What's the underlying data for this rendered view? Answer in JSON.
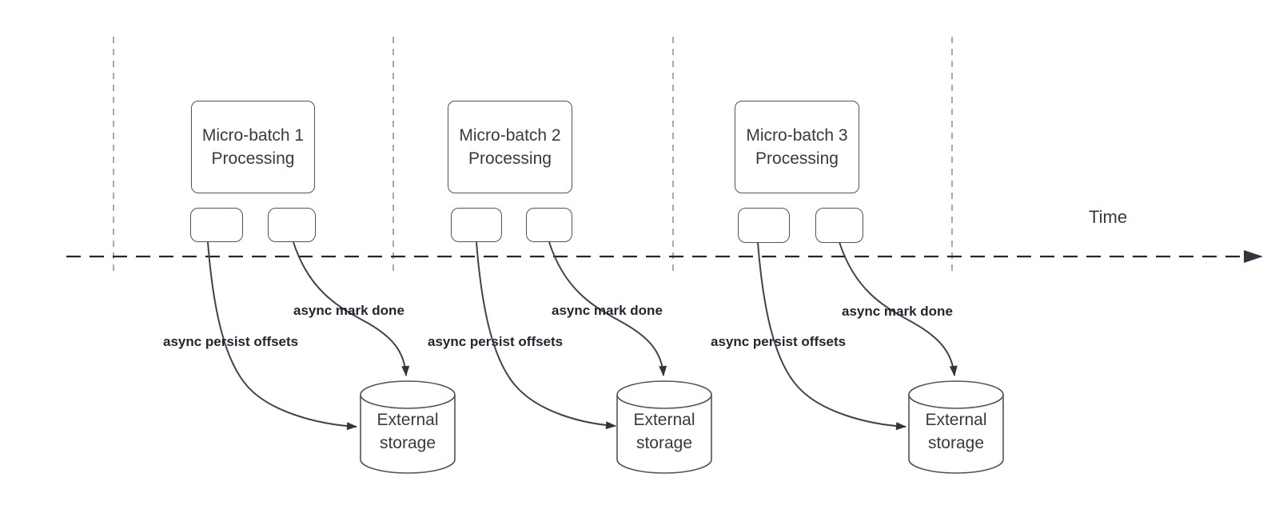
{
  "diagram": {
    "time_axis": {
      "label": "Time"
    },
    "batches": [
      {
        "title_line1": "Micro-batch 1",
        "title_line2": "Processing",
        "persist_label": "async persist offsets",
        "mark_done_label": "async mark done",
        "storage": {
          "line1": "External",
          "line2": "storage"
        }
      },
      {
        "title_line1": "Micro-batch 2",
        "title_line2": "Processing",
        "persist_label": "async persist offsets",
        "mark_done_label": "async mark done",
        "storage": {
          "line1": "External",
          "line2": "storage"
        }
      },
      {
        "title_line1": "Micro-batch 3",
        "title_line2": "Processing",
        "persist_label": "async persist offsets",
        "mark_done_label": "async mark done",
        "storage": {
          "line1": "External",
          "line2": "storage"
        }
      }
    ],
    "colors": {
      "background": "#ffffff",
      "time_axis_line": "#22272c",
      "arrowhead_fill": "#2f363d",
      "shape_stroke": "#4b545c",
      "curve_stroke": "#3c444c",
      "guide_line": "#9aa0a5",
      "bold_label_text": "#21262f",
      "shape_text": "#343b42"
    }
  }
}
